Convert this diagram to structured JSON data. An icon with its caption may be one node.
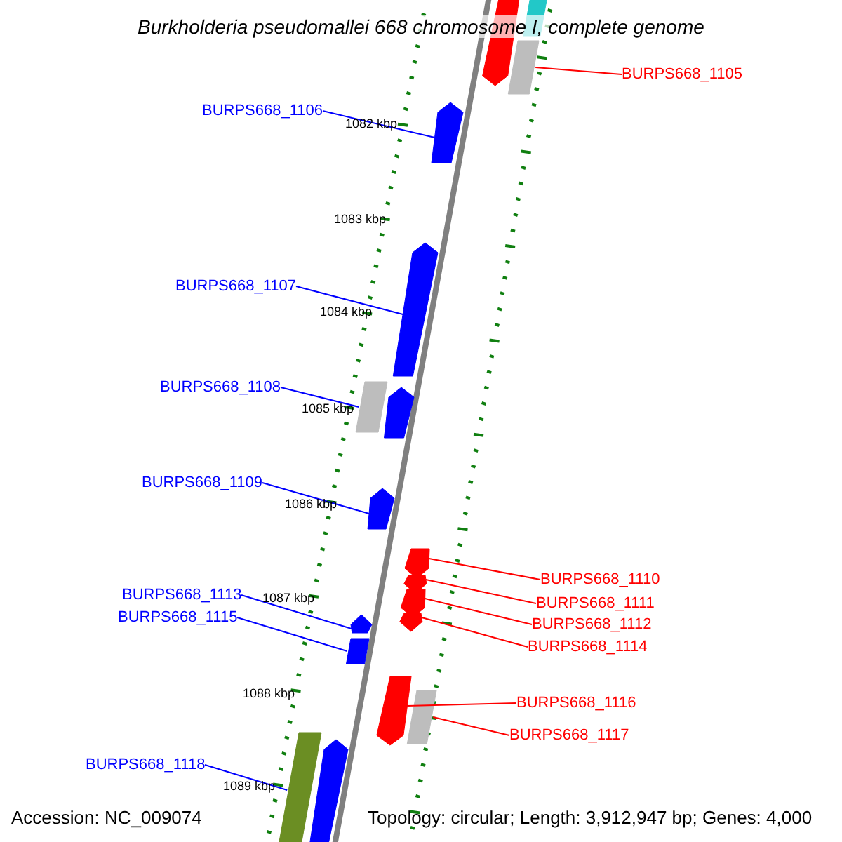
{
  "diagram": {
    "title": "Burkholderia pseudomallei 668 chromosome I, complete genome",
    "nodes": [
      {
        "text": [],
        "shape": "arrow"
      },
      {
        "text": [],
        "shape": "box"
      },
      {
        "text": [],
        "shape": "box"
      },
      {
        "text": [
          "BURPS668_1105"
        ]
      },
      {
        "text": [
          "BURPS668_1106"
        ]
      },
      {
        "text": [],
        "shape": "arrow"
      },
      {
        "text": [
          "BURPS668_1107"
        ]
      },
      {
        "text": [],
        "shape": "arrow"
      },
      {
        "text": [
          "BURPS668_1108"
        ]
      },
      {
        "text": [],
        "shape": "box"
      },
      {
        "text": [],
        "shape": "arrow"
      },
      {
        "text": [
          "BURPS668_1109"
        ]
      },
      {
        "text": [],
        "shape": "arrow"
      },
      {
        "text": [
          "BURPS668_1110"
        ]
      },
      {
        "text": [],
        "shape": "arrow"
      },
      {
        "text": [
          "BURPS668_1111"
        ]
      },
      {
        "text": [],
        "shape": "arrow"
      },
      {
        "text": [
          "BURPS668_1112"
        ]
      },
      {
        "text": [],
        "shape": "arrow"
      },
      {
        "text": [
          "BURPS668_1114"
        ]
      },
      {
        "text": [],
        "shape": "arrow"
      },
      {
        "text": [
          "BURPS668_1113"
        ]
      },
      {
        "text": [],
        "shape": "arrow"
      },
      {
        "text": [
          "BURPS668_1115"
        ]
      },
      {
        "text": [],
        "shape": "box"
      },
      {
        "text": [
          "BURPS668_1116"
        ]
      },
      {
        "text": [],
        "shape": "arrow"
      },
      {
        "text": [
          "BURPS668_1117"
        ]
      },
      {
        "text": [],
        "shape": "box"
      },
      {
        "text": [
          "BURPS668_1118"
        ]
      },
      {
        "text": [],
        "shape": "box"
      },
      {
        "text": [],
        "shape": "arrow"
      }
    ],
    "edges": [
      {
        "from": 3,
        "to": 2,
        "arrow": "none",
        "color": "#ff0000"
      },
      {
        "from": 4,
        "to": 5,
        "arrow": "none",
        "color": "#0000ff"
      },
      {
        "from": 6,
        "to": 7,
        "arrow": "none",
        "color": "#0000ff"
      },
      {
        "from": 8,
        "to": 9,
        "arrow": "none",
        "color": "#0000ff"
      },
      {
        "from": 11,
        "to": 12,
        "arrow": "none",
        "color": "#0000ff"
      },
      {
        "from": 13,
        "to": 14,
        "arrow": "none",
        "color": "#ff0000"
      },
      {
        "from": 15,
        "to": 16,
        "arrow": "none",
        "color": "#ff0000"
      },
      {
        "from": 17,
        "to": 18,
        "arrow": "none",
        "color": "#ff0000"
      },
      {
        "from": 19,
        "to": 20,
        "arrow": "none",
        "color": "#ff0000"
      },
      {
        "from": 21,
        "to": 22,
        "arrow": "none",
        "color": "#0000ff"
      },
      {
        "from": 23,
        "to": 24,
        "arrow": "none",
        "color": "#0000ff"
      },
      {
        "from": 25,
        "to": 26,
        "arrow": "none",
        "color": "#ff0000"
      },
      {
        "from": 27,
        "to": 28,
        "arrow": "none",
        "color": "#ff0000"
      },
      {
        "from": 29,
        "to": 30,
        "arrow": "none",
        "color": "#0000ff"
      }
    ],
    "labels": [
      "1082 kbp",
      "1083 kbp",
      "1084 kbp",
      "1085 kbp",
      "1086 kbp",
      "1087 kbp",
      "1088 kbp",
      "1089 kbp",
      "Accession: NC_009074",
      "Topology: circular; Length: 3,912,947 bp; Genes: 4,000"
    ]
  }
}
